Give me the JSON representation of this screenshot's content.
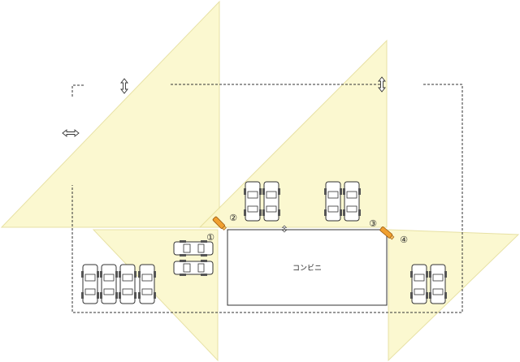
{
  "building": {
    "label": "コンビニ"
  },
  "cameras": [
    {
      "marker": "①"
    },
    {
      "marker": "②"
    },
    {
      "marker": "③"
    },
    {
      "marker": "④"
    }
  ],
  "colors": {
    "view_cone_fill": "#fbf7c8",
    "view_cone_stroke": "#e3dc95",
    "camera_body": "#f0a030",
    "camera_outline": "#9a5a10",
    "line": "#333333",
    "car_outline": "#333333",
    "car_wheel": "#555555"
  },
  "icons": {
    "traffic_vertical": "up-down-arrow-icon",
    "traffic_horizontal": "left-right-arrow-icon",
    "camera": "security-camera-icon",
    "car": "car-top-view-icon"
  }
}
